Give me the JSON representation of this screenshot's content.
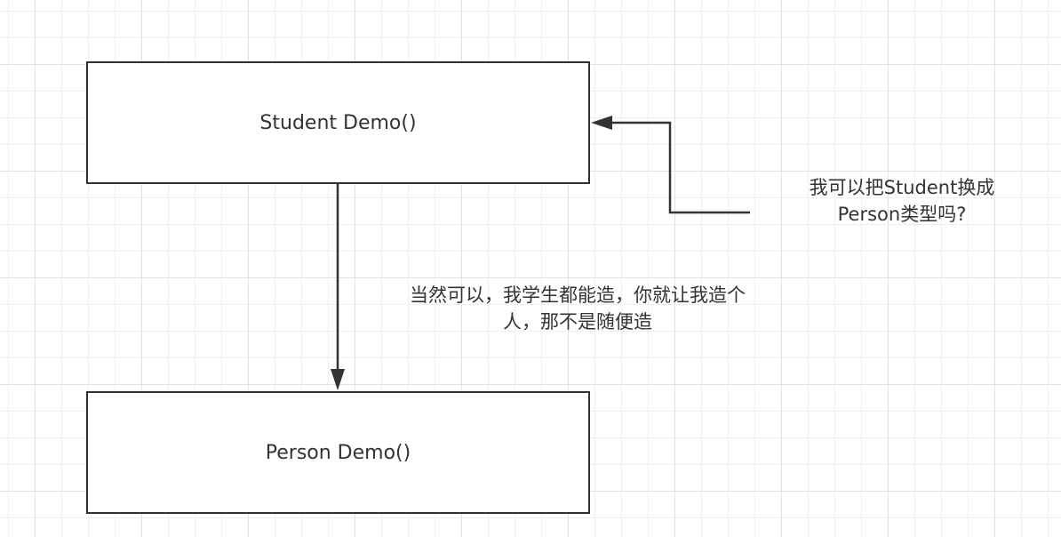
{
  "diagram": {
    "type": "flowchart",
    "colors": {
      "node_border": "#2b3238",
      "edge": "#333333",
      "text": "#333333",
      "grid_minor": "#efefef",
      "grid_major": "#e3e3e3",
      "background": "#ffffff"
    },
    "nodes": [
      {
        "id": "student",
        "label": "Student Demo()"
      },
      {
        "id": "person",
        "label": "Person Demo()"
      }
    ],
    "edges": [
      {
        "from": "student",
        "to": "person",
        "label_lines": [
          "当然可以，我学生都能造，你就让我造个",
          "人，那不是随便造"
        ]
      },
      {
        "from": "question-note",
        "to": "student",
        "label_lines": [
          "我可以把Student换成",
          "Person类型吗?"
        ]
      }
    ]
  }
}
